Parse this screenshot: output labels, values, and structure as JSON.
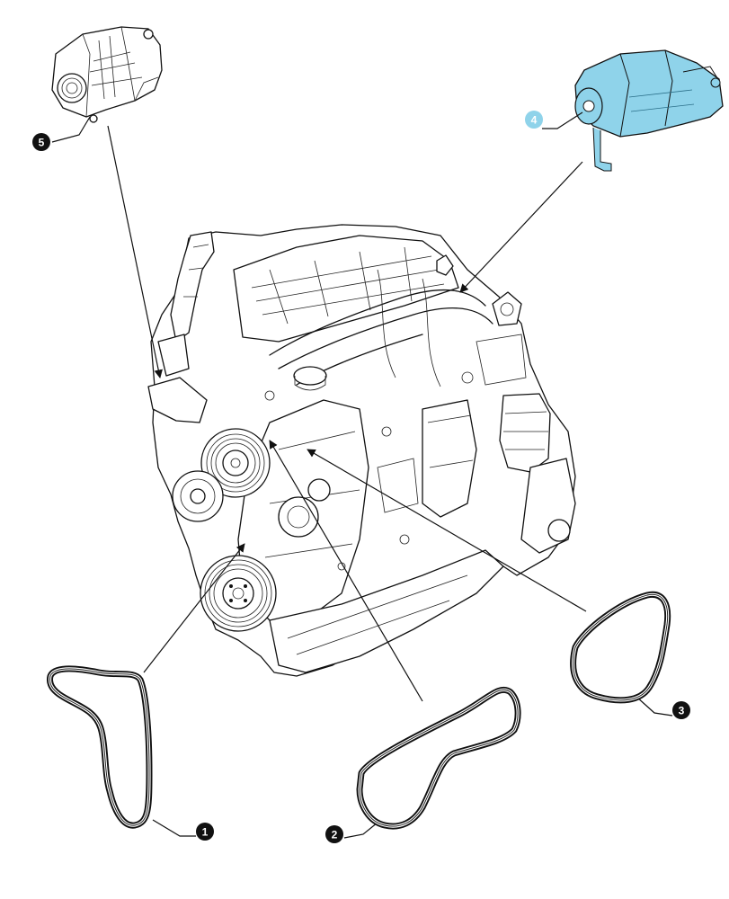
{
  "colors": {
    "line": "#111111",
    "highlight_fill": "#8fd3ea",
    "highlight_stroke": "#3a8fb0",
    "callout_dark": "#111111",
    "callout_highlight": "#8fd3ea",
    "background": "#ffffff"
  },
  "callouts": [
    {
      "id": "1",
      "label": "1",
      "part": "belt",
      "highlighted": false
    },
    {
      "id": "2",
      "label": "2",
      "part": "belt",
      "highlighted": false
    },
    {
      "id": "3",
      "label": "3",
      "part": "belt",
      "highlighted": false
    },
    {
      "id": "4",
      "label": "4",
      "part": "starter-motor",
      "highlighted": true
    },
    {
      "id": "5",
      "label": "5",
      "part": "alternator",
      "highlighted": false
    }
  ]
}
